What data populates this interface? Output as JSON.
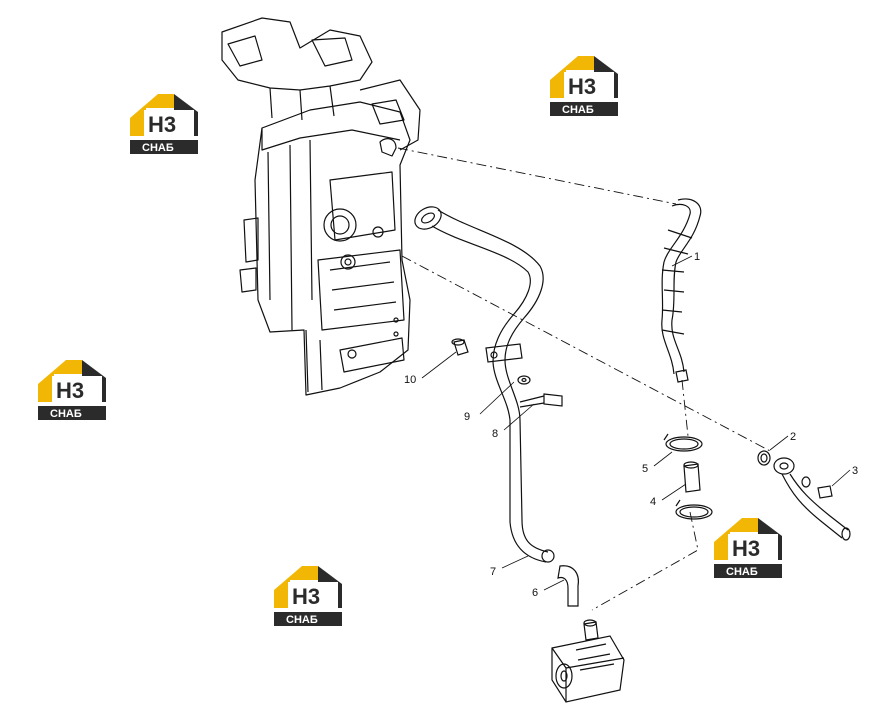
{
  "watermark": {
    "brand_mark": "H3",
    "brand_text": "СНАБ",
    "colors": {
      "yellow": "#F2B705",
      "dark": "#2B2B2B",
      "text_light": "#FFFFFF"
    }
  },
  "diagram": {
    "callouts": [
      "1",
      "2",
      "3",
      "4",
      "5",
      "6",
      "7",
      "8",
      "9",
      "10"
    ]
  },
  "colors": {
    "line": "#111111",
    "background": "#FFFFFF"
  }
}
